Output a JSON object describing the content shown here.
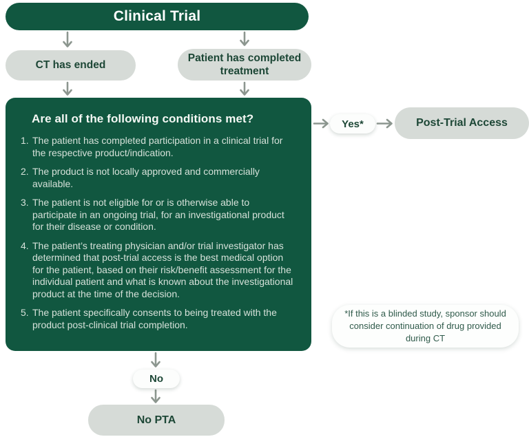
{
  "colors": {
    "brand_green": "#115740",
    "node_gray": "#D6DBD7",
    "text_dark_green": "#1D4736",
    "arrow_gray": "#8C968F",
    "pill_white": "#FCFDFC"
  },
  "flow": {
    "title": "Clinical Trial",
    "ct_ended": "CT has ended",
    "completed_treatment": "Patient has completed treatment",
    "conditions_heading": "Are all of the following conditions met?",
    "conditions": [
      "The patient has completed participation in a clinical trial for the respective product/indication.",
      "The product is not locally approved and commercially available.",
      "The patient is not eligible for or is otherwise able to participate in an ongoing trial, for an investigational product for their disease or condition.",
      "The patient’s treating physician and/or trial investigator has determined that post-trial access is the best medical option for the patient, based on their risk/benefit assessment for the individual patient and what is known about the investigational product at the time of the decision.",
      "The patient specifically consents to being treated with the product post-clinical trial completion."
    ],
    "yes_label": "Yes*",
    "post_trial_access": "Post-Trial Access",
    "no_label": "No",
    "no_pta": "No PTA",
    "note": "*If this is a blinded study, sponsor should consider continuation of drug provided during CT"
  }
}
